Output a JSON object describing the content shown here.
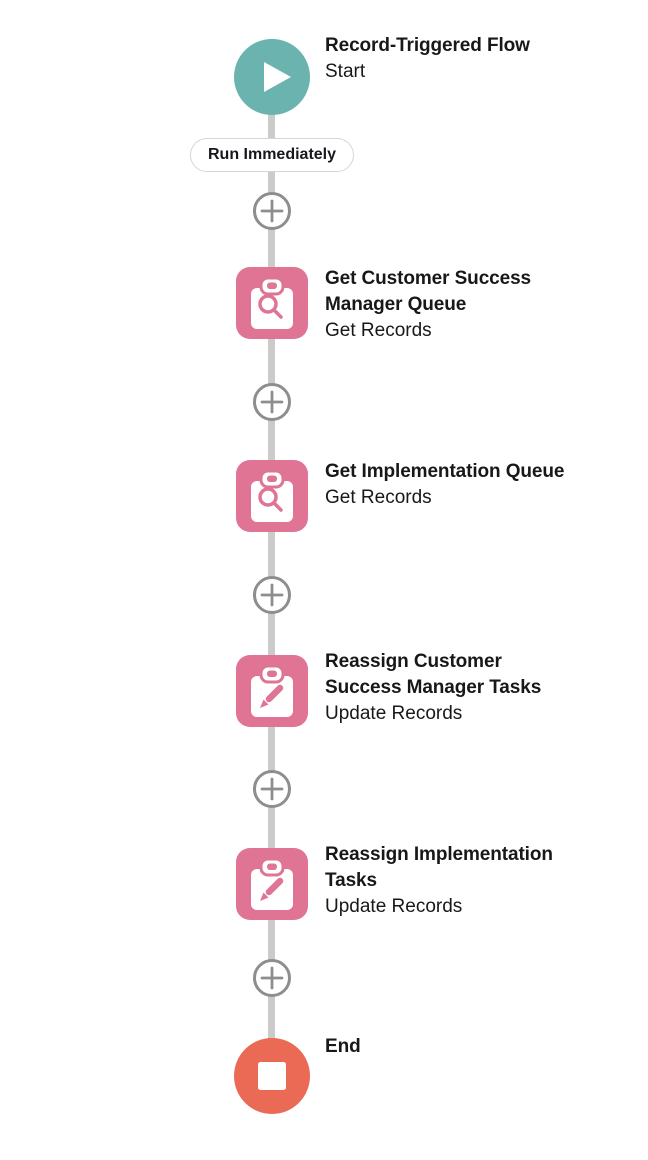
{
  "flow": {
    "connector_label": "Run Immediately",
    "nodes": [
      {
        "id": "start",
        "title_lines": [
          "Record-Triggered Flow"
        ],
        "subtitle": "Start",
        "icon": "play-icon",
        "color": "#6BB3AE"
      },
      {
        "id": "get-customer-success-manager-queue",
        "title_lines": [
          "Get Customer Success",
          "Manager Queue"
        ],
        "subtitle": "Get Records",
        "icon": "record-lookup-icon",
        "color": "#DF7495"
      },
      {
        "id": "get-implementation-queue",
        "title_lines": [
          "Get Implementation Queue"
        ],
        "subtitle": "Get Records",
        "icon": "record-lookup-icon",
        "color": "#DF7495"
      },
      {
        "id": "reassign-customer-success-manager-tasks",
        "title_lines": [
          "Reassign Customer",
          "Success Manager Tasks"
        ],
        "subtitle": "Update Records",
        "icon": "record-update-icon",
        "color": "#DF7495"
      },
      {
        "id": "reassign-implementation-tasks",
        "title_lines": [
          "Reassign Implementation",
          "Tasks"
        ],
        "subtitle": "Update Records",
        "icon": "record-update-icon",
        "color": "#DF7495"
      },
      {
        "id": "end",
        "title_lines": [
          "End"
        ],
        "subtitle": "",
        "icon": "stop-icon",
        "color": "#EA6A55"
      }
    ],
    "colors": {
      "start_teal": "#6BB3AE",
      "data_pink": "#DF7495",
      "end_coral": "#EA6A55",
      "connector_gray": "#CDCBC9",
      "plus_gray": "#8F8E8C",
      "badge_border": "#D8D6D4",
      "text": "#181818"
    }
  }
}
